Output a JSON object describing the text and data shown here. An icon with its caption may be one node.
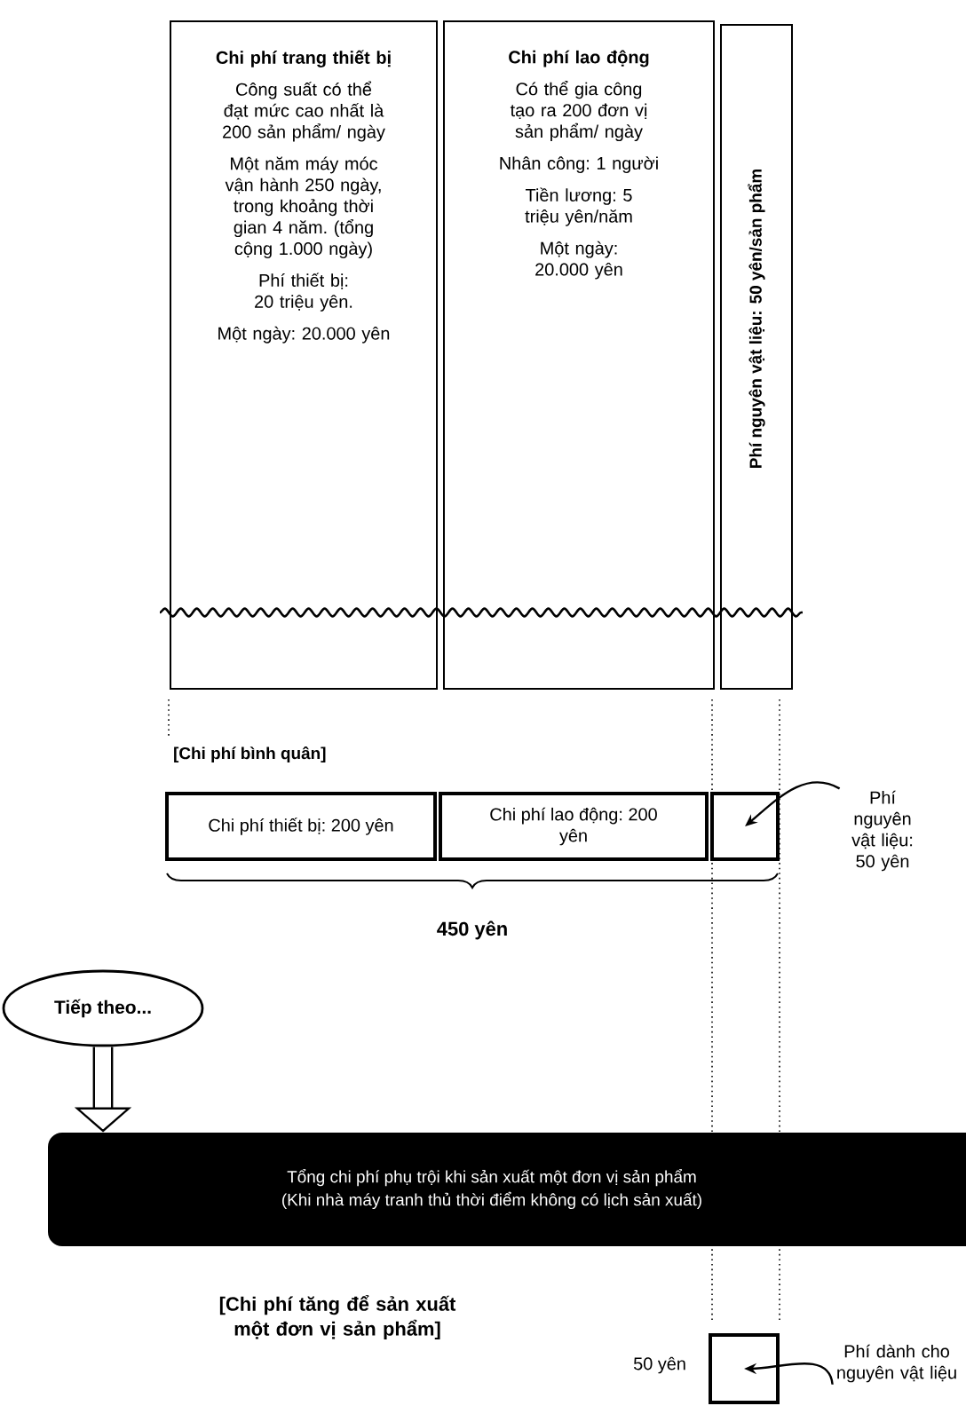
{
  "diagram": {
    "nodes": [
      {
        "text": [
          "Chi phí trang thiết bị",
          "Công suất có thể đạt mức cao nhất là 200 sản phẩm/ ngày",
          "Một năm máy móc vận hành 250 ngày, trong khoảng thời gian 4 năm. (tổng cộng 1.000 ngày)",
          "Phí thiết bị: 20 triệu yên.",
          "Một ngày: 20.000 yên"
        ]
      },
      {
        "text": [
          "Chi phí lao động",
          "Có thể gia công tạo ra 200 đơn vị sản phẩm/ ngày",
          "Nhân công: 1 người",
          "Tiền lương: 5 triệu yên/năm",
          "Một ngày: 20.000 yên"
        ]
      },
      {
        "text": [
          "Phí nguyên vật liệu: 50 yên/sản phẩm"
        ]
      },
      {
        "text": [
          "Chi phí thiết bị: 200 yên"
        ]
      },
      {
        "text": [
          "Chi phí lao động: 200 yên"
        ]
      },
      {
        "text": [],
        "shape": "box"
      },
      {
        "text": [
          "Phí nguyên vật liệu: 50 yên"
        ]
      },
      {
        "text": [
          "Tiếp theo..."
        ]
      },
      {
        "text": [
          "Tổng chi phí phụ trội khi sản xuất một đơn vị sản phẩm",
          "(Khi nhà máy tranh thủ thời điểm không có lịch sản xuất)"
        ]
      },
      {
        "text": [],
        "shape": "box",
        "beside": [
          "50 yên"
        ]
      },
      {
        "text": [
          "Phí dành cho nguyên vật liệu"
        ]
      }
    ],
    "edges": [
      {
        "from": 6,
        "to": 5,
        "arrow": "to"
      },
      {
        "from": 7,
        "to": 8,
        "arrow": "to",
        "style": "thick"
      },
      {
        "from": 10,
        "to": 9,
        "arrow": "to"
      }
    ],
    "labels": [
      "[Chi phí bình quân]",
      "450 yên",
      "[Chi phí tăng để sản xuất một đơn vị sản phẩm]"
    ]
  }
}
